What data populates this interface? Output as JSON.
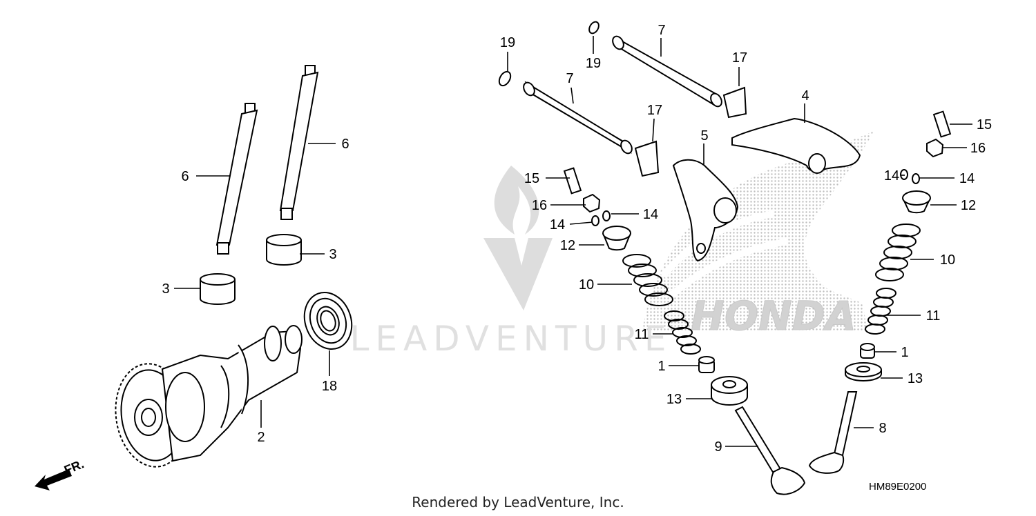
{
  "watermark": {
    "dealer_text": "LEADVENTURE",
    "brand_text": "HONDA"
  },
  "direction_label": "FR.",
  "callouts": {
    "c1a": "1",
    "c1b": "1",
    "c2": "2",
    "c3a": "3",
    "c3b": "3",
    "c4": "4",
    "c5": "5",
    "c6a": "6",
    "c6b": "6",
    "c7a": "7",
    "c7b": "7",
    "c8": "8",
    "c9": "9",
    "c10a": "10",
    "c10b": "10",
    "c11a": "11",
    "c11b": "11",
    "c12a": "12",
    "c12b": "12",
    "c13a": "13",
    "c13b": "13",
    "c14a": "14",
    "c14b": "14",
    "c14c": "14",
    "c14d": "14",
    "c15a": "15",
    "c15b": "15",
    "c16a": "16",
    "c16b": "16",
    "c17a": "17",
    "c17b": "17",
    "c18": "18",
    "c19a": "19",
    "c19b": "19"
  },
  "diagram_code": "HM89E0200",
  "footer": "Rendered by LeadVenture, Inc."
}
